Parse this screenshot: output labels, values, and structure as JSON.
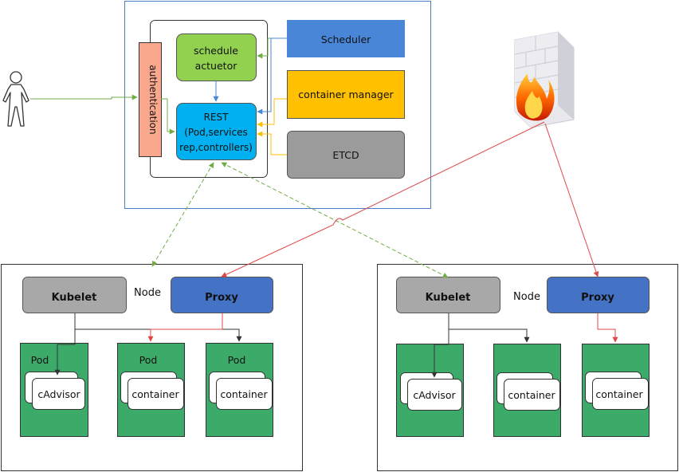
{
  "master": {
    "schedule_actuator": [
      "schedule",
      "actuetor"
    ],
    "authentication": "authentication",
    "rest": [
      "REST",
      "(Pod,services",
      "rep,controllers)"
    ],
    "scheduler": "Scheduler",
    "container_manager": "container manager",
    "etcd": "ETCD"
  },
  "nodes": [
    {
      "kubelet": "Kubelet",
      "node_label": "Node",
      "proxy": "Proxy",
      "pods": [
        {
          "label": "Pod",
          "inner": "cAdvisor"
        },
        {
          "label": "Pod",
          "inner": "container"
        },
        {
          "label": "Pod",
          "inner": "container"
        }
      ]
    },
    {
      "kubelet": "Kubelet",
      "node_label": "Node",
      "proxy": "Proxy",
      "pods": [
        {
          "label": "",
          "inner": "cAdvisor"
        },
        {
          "label": "",
          "inner": "container"
        },
        {
          "label": "",
          "inner": "container"
        }
      ]
    }
  ],
  "colors": {
    "master_border": "#4a7cc4",
    "schedule_fill": "#92d050",
    "auth_fill": "#f9a88e",
    "rest_fill": "#00b0f0",
    "scheduler_fill": "#4a86d8",
    "container_manager_fill": "#ffc000",
    "etcd_fill": "#9b9b9b",
    "kubelet_fill": "#a8a8a8",
    "proxy_fill": "#4472c4",
    "pod_fill": "#3cab6a",
    "arrow_green": "#70ad47",
    "arrow_blue": "#4a86d8",
    "arrow_orange": "#ffc000",
    "arrow_red": "#e04848",
    "arrow_dark": "#333333"
  },
  "icons": [
    "user-icon",
    "firewall-icon"
  ]
}
